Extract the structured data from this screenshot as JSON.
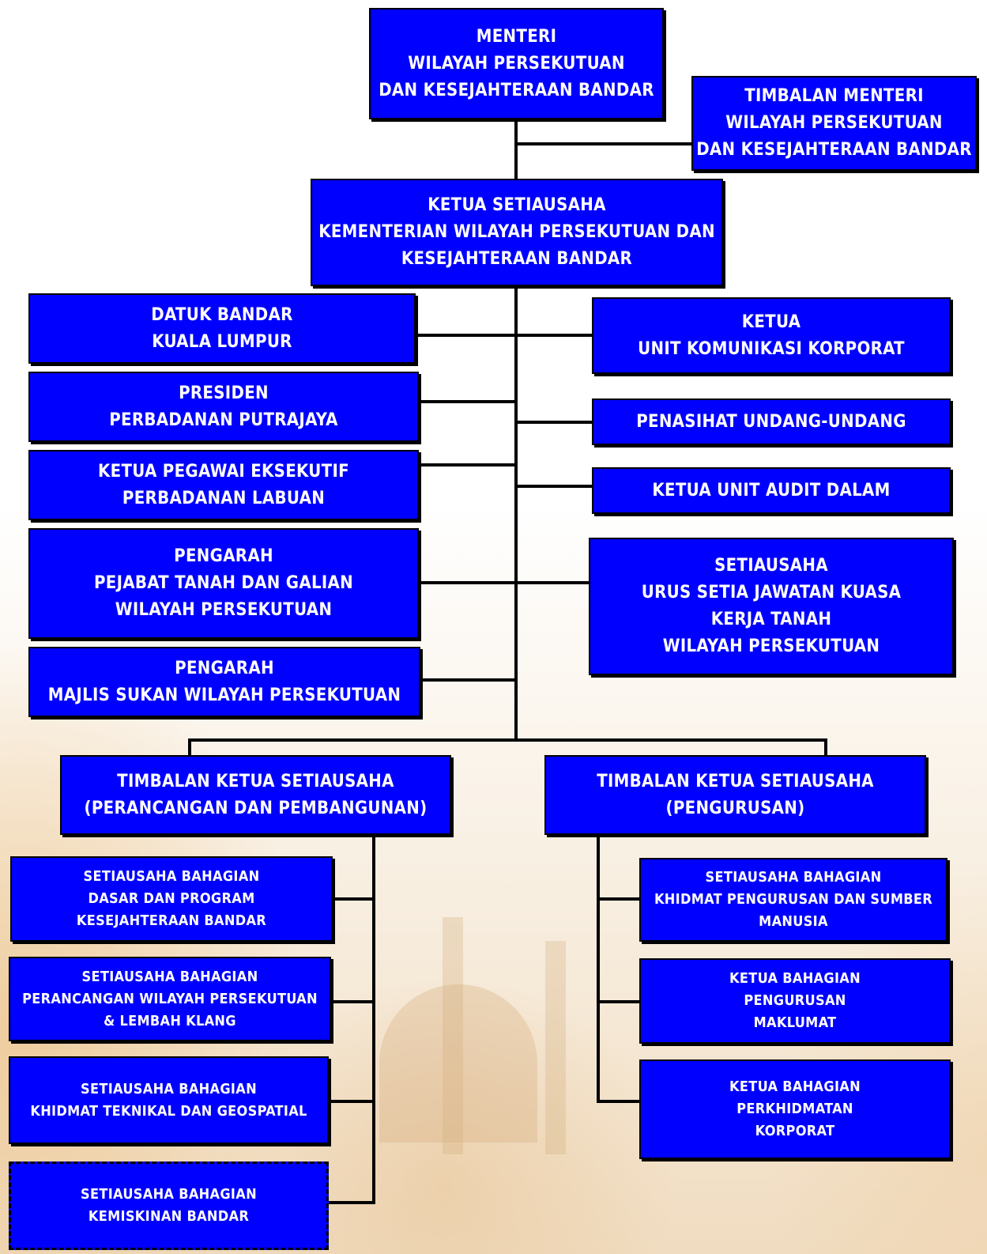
{
  "chart": {
    "minister": "MENTERI\nWILAYAH PERSEKUTUAN\nDAN KESEJAHTERAAN BANDAR",
    "deputy_minister": "TIMBALAN MENTERI\nWILAYAH PERSEKUTUAN\nDAN KESEJAHTERAAN BANDAR",
    "secretary_general": "KETUA SETIAUSAHA\nKEMENTERIAN WILAYAH PERSEKUTUAN DAN\nKESEJAHTERAAN BANDAR",
    "left_agencies": [
      "DATUK BANDAR\nKUALA LUMPUR",
      "PRESIDEN\nPERBADANAN PUTRAJAYA",
      "KETUA PEGAWAI EKSEKUTIF\nPERBADANAN LABUAN",
      "PENGARAH\nPEJABAT TANAH DAN GALIAN\nWILAYAH PERSEKUTUAN",
      "PENGARAH\nMAJLIS SUKAN WILAYAH PERSEKUTUAN"
    ],
    "right_units": [
      "KETUA\nUNIT KOMUNIKASI KORPORAT",
      "PENASIHAT UNDANG-UNDANG",
      "KETUA UNIT AUDIT DALAM",
      "SETIAUSAHA\nURUS SETIA JAWATAN KUASA\nKERJA TANAH\nWILAYAH PERSEKUTUAN"
    ],
    "deputy_planning": "TIMBALAN KETUA SETIAUSAHA\n(PERANCANGAN DAN PEMBANGUNAN)",
    "deputy_management": "TIMBALAN KETUA SETIAUSAHA\n(PENGURUSAN)",
    "planning_divisions": [
      "SETIAUSAHA BAHAGIAN\nDASAR DAN PROGRAM\nKESEJAHTERAAN BANDAR",
      "SETIAUSAHA BAHAGIAN\nPERANCANGAN WILAYAH PERSEKUTUAN\n&  LEMBAH KLANG",
      "SETIAUSAHA BAHAGIAN\nKHIDMAT TEKNIKAL DAN GEOSPATIAL",
      "SETIAUSAHA BAHAGIAN\nKEMISKINAN BANDAR"
    ],
    "management_divisions": [
      "SETIAUSAHA BAHAGIAN\nKHIDMAT PENGURUSAN DAN SUMBER\nMANUSIA",
      "KETUA BAHAGIAN\nPENGURUSAN\nMAKLUMAT",
      "KETUA BAHAGIAN\nPERKHIDMATAN\nKORPORAT"
    ]
  },
  "colors": {
    "box_fill": "#0000ff",
    "box_text": "#ffffff",
    "connector": "#000000"
  }
}
